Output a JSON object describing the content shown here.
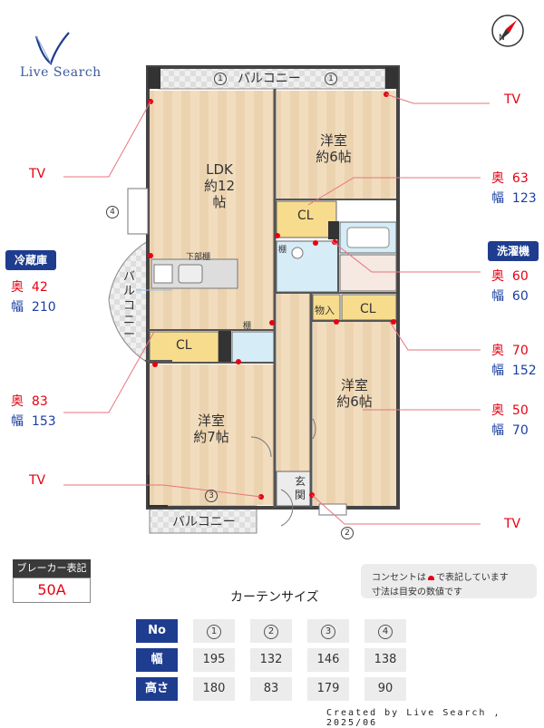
{
  "logo": {
    "text": "Live Search"
  },
  "floorplan": {
    "balcony_top": "バルコニー",
    "balcony_side": "バルコニー",
    "balcony_bottom": "バルコニー",
    "ldk_name": "LDK",
    "ldk_size": "約12帖",
    "room_ne_name": "洋室",
    "room_ne_size": "約6帖",
    "room_e_name": "洋室",
    "room_e_size": "約6帖",
    "room_sw_name": "洋室",
    "room_sw_size": "約7帖",
    "cl_1": "CL",
    "cl_2": "CL",
    "cl_3": "CL",
    "storage": "物入",
    "entrance": "玄関",
    "under_shelf": "下部棚",
    "shelf_1": "棚",
    "shelf_2": "棚",
    "shelf_3": "棚",
    "num_1a": "1",
    "num_1b": "1",
    "num_2": "2",
    "num_3": "3",
    "num_4": "4"
  },
  "callouts": {
    "tv_top_right": "TV",
    "tv_left": "TV",
    "tv_bottom_left": "TV",
    "tv_bottom_right": "TV",
    "cl_ne": {
      "depth_label": "奥",
      "depth": "63",
      "width_label": "幅",
      "width": "123"
    },
    "cl_e": {
      "depth_label": "奥",
      "depth": "70",
      "width_label": "幅",
      "width": "152"
    },
    "room_e": {
      "depth_label": "奥",
      "depth": "50",
      "width_label": "幅",
      "width": "70"
    },
    "washer": {
      "title": "洗濯機",
      "depth_label": "奥",
      "depth": "60",
      "width_label": "幅",
      "width": "60"
    },
    "fridge": {
      "title": "冷蔵庫",
      "depth_label": "奥",
      "depth": "42",
      "width_label": "幅",
      "width": "210"
    },
    "cl_sw": {
      "depth_label": "奥",
      "depth": "83",
      "width_label": "幅",
      "width": "153"
    }
  },
  "breaker": {
    "label": "ブレーカー表記",
    "value": "50A"
  },
  "legend": {
    "line1_pre": "コンセントは",
    "line1_post": "で表記しています",
    "line2": "寸法は目安の数値です"
  },
  "curtain": {
    "title": "カーテンサイズ",
    "row_headers": [
      "No",
      "幅",
      "高さ"
    ],
    "numbers": [
      "1",
      "2",
      "3",
      "4"
    ],
    "widths": [
      "195",
      "132",
      "146",
      "138"
    ],
    "heights": [
      "180",
      "83",
      "179",
      "90"
    ]
  },
  "footer": {
    "credit": "Created by Live Search , 2025/06"
  },
  "colors": {
    "accent": "#1e3d8f",
    "outlet": "#e60012",
    "floor_wood": "#f1ddbe",
    "closet": "#f7dc8e",
    "water": "#d6ecf6"
  }
}
